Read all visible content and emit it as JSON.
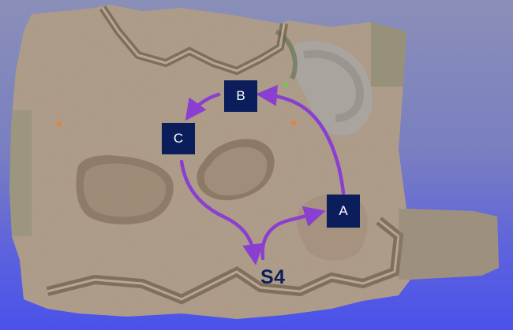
{
  "site_map": {
    "station_label": "S4",
    "marker_color": "#0c1d5c",
    "station_color": "#0c1d5c",
    "route_color": "#8a3fd0",
    "markers": [
      {
        "id": "A",
        "label": "A"
      },
      {
        "id": "B",
        "label": "B"
      },
      {
        "id": "C",
        "label": "C"
      }
    ]
  }
}
